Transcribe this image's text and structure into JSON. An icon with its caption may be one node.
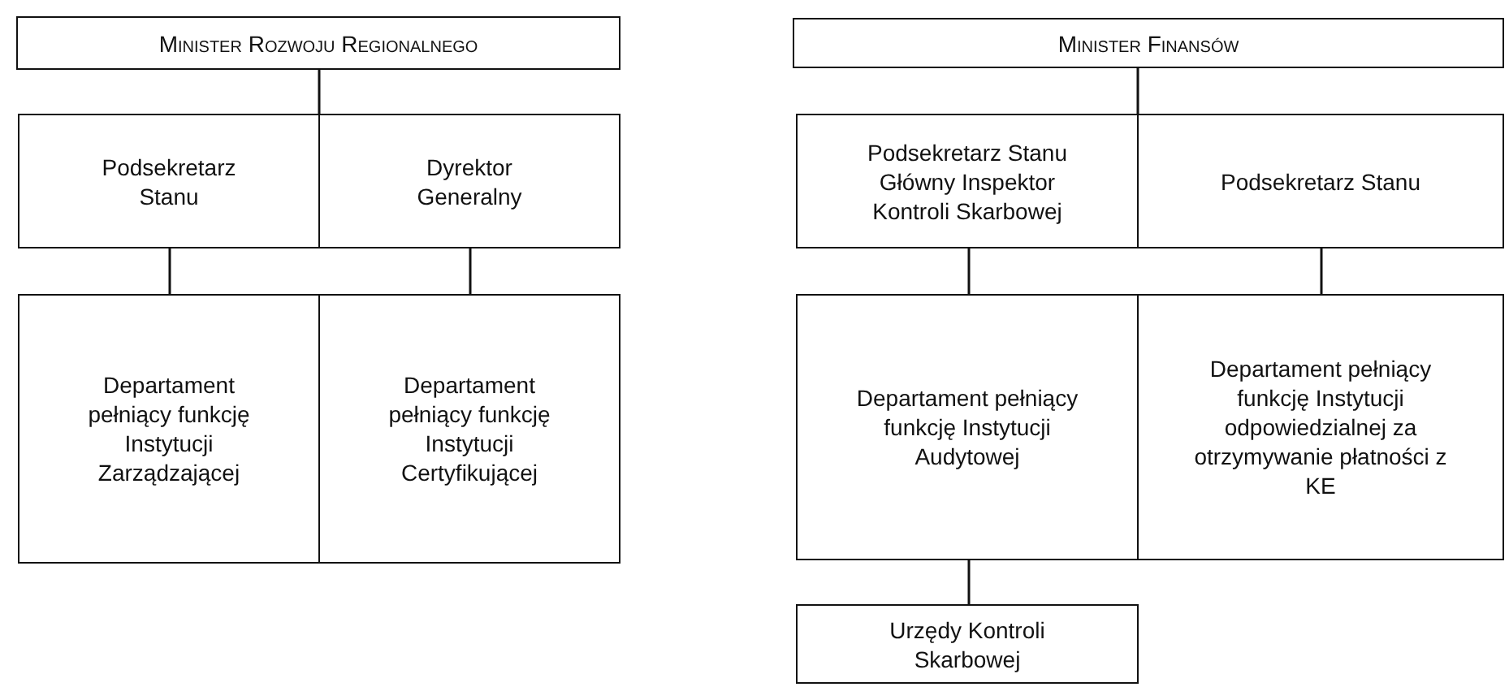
{
  "diagram": {
    "nodes": [
      {
        "text": [
          "Minister Rozwoju Regionalnego"
        ]
      },
      {
        "text": [
          "Podsekretarz Stanu"
        ]
      },
      {
        "text": [
          "Dyrektor Generalny"
        ]
      },
      {
        "text": [
          "Departament pełniący funkcję Instytucji Zarządzającej"
        ]
      },
      {
        "text": [
          "Departament pełniący funkcję Instytucji Certyfikującej"
        ]
      },
      {
        "text": [
          "Minister Finansów"
        ]
      },
      {
        "text": [
          "Podsekretarz Stanu Główny Inspektor Kontroli Skarbowej"
        ]
      },
      {
        "text": [
          "Podsekretarz Stanu"
        ]
      },
      {
        "text": [
          "Departament pełniący funkcję Instytucji Audytowej"
        ]
      },
      {
        "text": [
          "Departament pełniący funkcję Instytucji odpowiedzialnej za otrzymywanie płatności z KE"
        ]
      },
      {
        "text": [
          "Urzędy Kontroli Skarbowej"
        ]
      }
    ],
    "edges": [
      {
        "from": 0,
        "to": 1,
        "arrow": "none"
      },
      {
        "from": 0,
        "to": 2,
        "arrow": "none"
      },
      {
        "from": 1,
        "to": 3,
        "arrow": "none"
      },
      {
        "from": 2,
        "to": 4,
        "arrow": "none"
      },
      {
        "from": 5,
        "to": 6,
        "arrow": "none"
      },
      {
        "from": 5,
        "to": 7,
        "arrow": "none"
      },
      {
        "from": 6,
        "to": 8,
        "arrow": "none"
      },
      {
        "from": 7,
        "to": 9,
        "arrow": "none"
      },
      {
        "from": 8,
        "to": 10,
        "arrow": "none"
      }
    ]
  }
}
